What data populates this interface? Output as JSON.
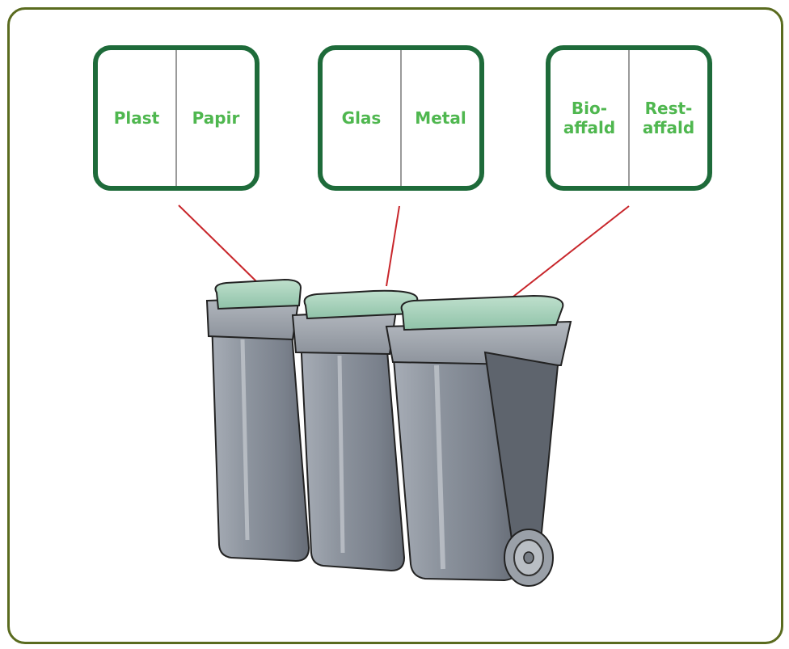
{
  "labels": [
    {
      "left": "Plast",
      "right": "Papir"
    },
    {
      "left": "Glas",
      "right": "Metal"
    },
    {
      "left_line1": "Bio-",
      "left_line2": "affald",
      "right_line1": "Rest-",
      "right_line2": "affald"
    }
  ],
  "colors": {
    "frame": "#5a6b1f",
    "box_border": "#1e6b3a",
    "label_text": "#4fb74f",
    "connector": "#c8262b",
    "bin_body": "#8b929c",
    "bin_lid": "#a9d3bd"
  }
}
